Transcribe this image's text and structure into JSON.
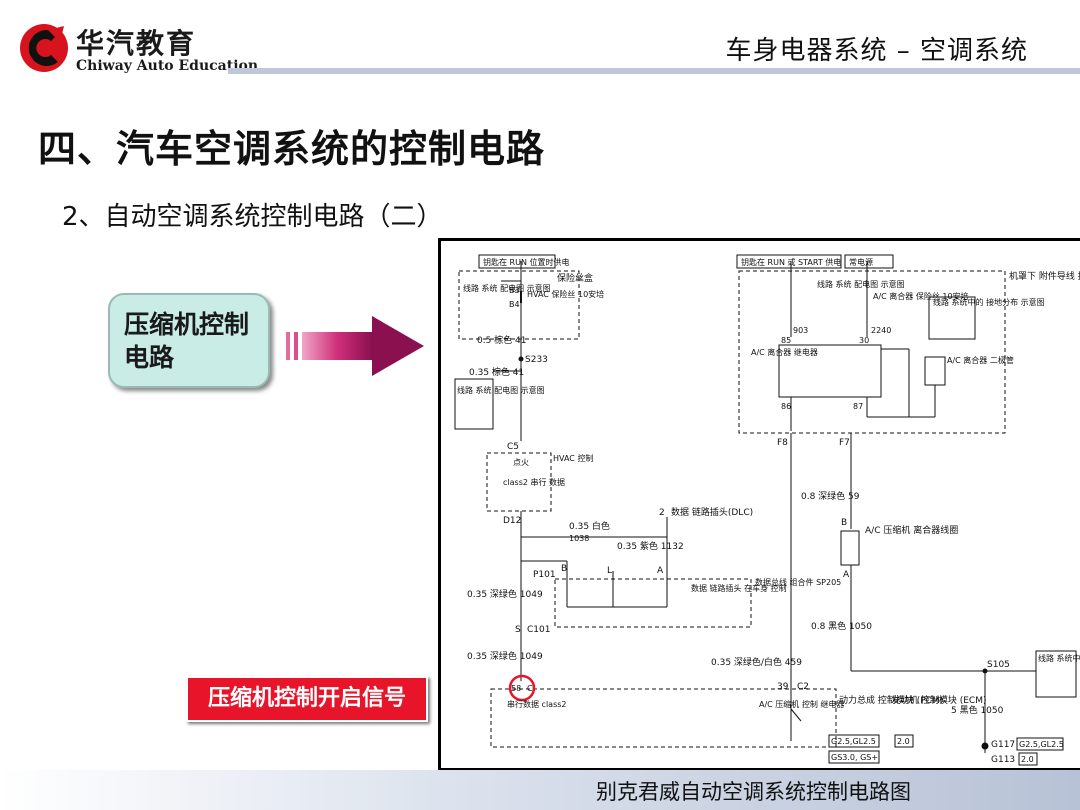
{
  "header": {
    "logo_cn": "华汽教育",
    "logo_en": "Chiway Auto Education",
    "title": "车身电器系统 –  空调系统"
  },
  "main_title": "四、汽车空调系统的控制电路",
  "sub_title": "2、自动空调系统控制电路（二）",
  "callout": "压缩机控制电路",
  "signal_label": "压缩机控制开启信号",
  "caption": "别克君威自动空调系统控制电路图",
  "diagram": {
    "left_supply": "钥匙在 RUN 位置时供电",
    "right_supply_1": "钥匙在 RUN 或 START 供电",
    "right_supply_2": "常电源",
    "fusebox": "保险丝盒",
    "b3": "B3",
    "b4": "B4",
    "hvac_fuse": "HVAC 保险丝 10安培",
    "wiring_ref_1": "线路 系统 配电图 示意图",
    "wire_41a": "0.5  棕色    41",
    "splice_s233": "S233",
    "wire_41b": "0.35  棕色    41",
    "wiring_ref_2": "线路 系统 配电图 示意图",
    "c5": "C5",
    "ignition": "点火",
    "hvac_ctrl": "HVAC 控制",
    "class2_serial": "class2 串行 数据",
    "d12": "D12",
    "dlc": "数据 链路插头(DLC)",
    "dlc_pin": "2",
    "wire_1038": "0.35  白色",
    "wire_1038_num": "1038",
    "wire_1132": "0.35    紫色    1132",
    "p101": "P101",
    "pin_b": "B",
    "pin_l": "L",
    "pin_a": "A",
    "data_link_body": "数据 链路插头 在车身 控制",
    "data_bus_assy": "数据总线 组合件 SP205",
    "wire_1049a": "0.35  深绿色    1049",
    "c101": "C101",
    "c101_s": "S",
    "wire_1049b": "0.35  深绿色    1049",
    "pin_58": "58",
    "pin_c1": "C",
    "class2_label": "串行数据 class2",
    "fuse_30": "30",
    "fuse_85": "85",
    "fuse_86": "86",
    "fuse_87": "87",
    "wire_903": "903",
    "wire_2240": "2240",
    "ac_fuse": "A/C 离合器 保险丝 10安培",
    "wiring_ref_3": "线路 系统 配电图 示意图",
    "wiring_ref_4": "线路 系统中的 接地分布 示意图",
    "underhood": "机罩下 附件导线 接线盒",
    "ac_relay": "A/C 离合器 继电器",
    "ac_diode": "A/C 离合器 二极管",
    "f8": "F8",
    "f7": "F7",
    "wire_59": "0.8  深绿色    59",
    "clutch_b": "B",
    "clutch_a": "A",
    "ac_clutch": "A/C 压缩机 离合器线圈",
    "wire_1050a": "0.8  黑色    1050",
    "wire_459": "0.35  深绿色/白色    459",
    "c2_39": "39",
    "c2": "C2",
    "comp_relay": "A/C 压缩机 控制 继电器",
    "pcm": "动力总成 控制模块 (PCM)",
    "ecm": "发动机 控制模块 (ECM)",
    "pcm_var": "G2.5,GL2.5",
    "ecm_var": "2.0",
    "gs_var": "GS3.0, GS+",
    "s105": "S105",
    "wiring_ref_5": "线路 系统中的 接地分布 示意图",
    "wire_1050b": "5  黑色    1050",
    "g117": "G117",
    "g113": "G113",
    "g_var_1": "G2.5,GL2.5",
    "g_var_2": "2.0"
  }
}
